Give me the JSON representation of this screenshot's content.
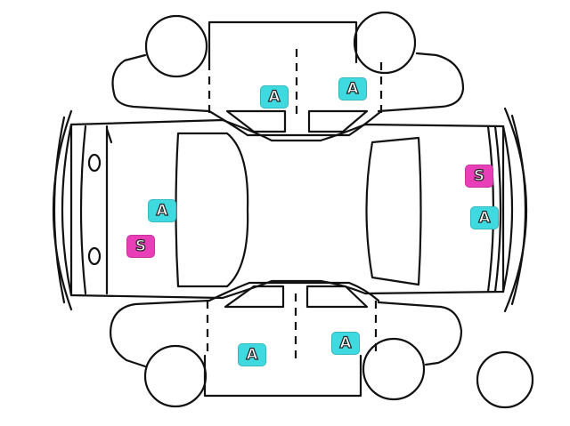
{
  "legend_colors": {
    "A": "#3fd9e0",
    "S": "#e83fb8"
  },
  "markers": [
    {
      "code": "A",
      "zone": "left-front-door"
    },
    {
      "code": "A",
      "zone": "left-rear-door"
    },
    {
      "code": "A",
      "zone": "front-bumper"
    },
    {
      "code": "S",
      "zone": "front-bumper-lower"
    },
    {
      "code": "S",
      "zone": "rear-bumper-upper"
    },
    {
      "code": "A",
      "zone": "rear-bumper"
    },
    {
      "code": "A",
      "zone": "right-front-door"
    },
    {
      "code": "A",
      "zone": "right-rear-door"
    }
  ]
}
